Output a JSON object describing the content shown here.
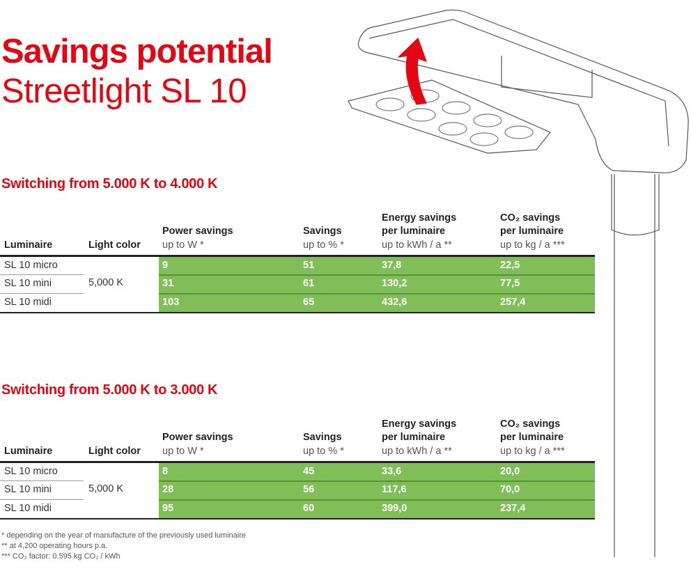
{
  "title": "Savings potential",
  "subtitle": "Streetlight SL 10",
  "headers": {
    "luminaire": "Luminaire",
    "light_color": "Light color",
    "power": "Power savings",
    "power_unit": "up to W *",
    "savings": "Savings",
    "savings_unit": "up to % *",
    "energy": "Energy savings per luminaire",
    "energy_unit": "up to kWh / a **",
    "co2": "CO₂ savings per luminaire",
    "co2_unit": "up to kg / a ***"
  },
  "tables": [
    {
      "heading": "Switching from 5.000 K to 4.000 K",
      "light_color": "5,000 K",
      "rows": [
        {
          "luminaire": "SL 10 micro",
          "power": "9",
          "savings": "51",
          "energy": "37,8",
          "co2": "22,5"
        },
        {
          "luminaire": "SL 10 mini",
          "power": "31",
          "savings": "61",
          "energy": "130,2",
          "co2": "77,5"
        },
        {
          "luminaire": "SL 10 midi",
          "power": "103",
          "savings": "65",
          "energy": "432,6",
          "co2": "257,4"
        }
      ]
    },
    {
      "heading": "Switching from 5.000 K to 3.000 K",
      "light_color": "5,000 K",
      "rows": [
        {
          "luminaire": "SL 10 micro",
          "power": "8",
          "savings": "45",
          "energy": "33,6",
          "co2": "20,0"
        },
        {
          "luminaire": "SL 10 mini",
          "power": "28",
          "savings": "56",
          "energy": "117,6",
          "co2": "70,0"
        },
        {
          "luminaire": "SL 10 midi",
          "power": "95",
          "savings": "60",
          "energy": "399,0",
          "co2": "237,4"
        }
      ]
    }
  ],
  "footnotes": [
    "* depending on the year of manufacture of the previously used luminaire",
    "** at 4,200 operating hours p.a.",
    "*** CO₂ factor: 0.595 kg CO₂ / kWh"
  ],
  "colors": {
    "accent": "#e30613",
    "green": "#80be57"
  }
}
